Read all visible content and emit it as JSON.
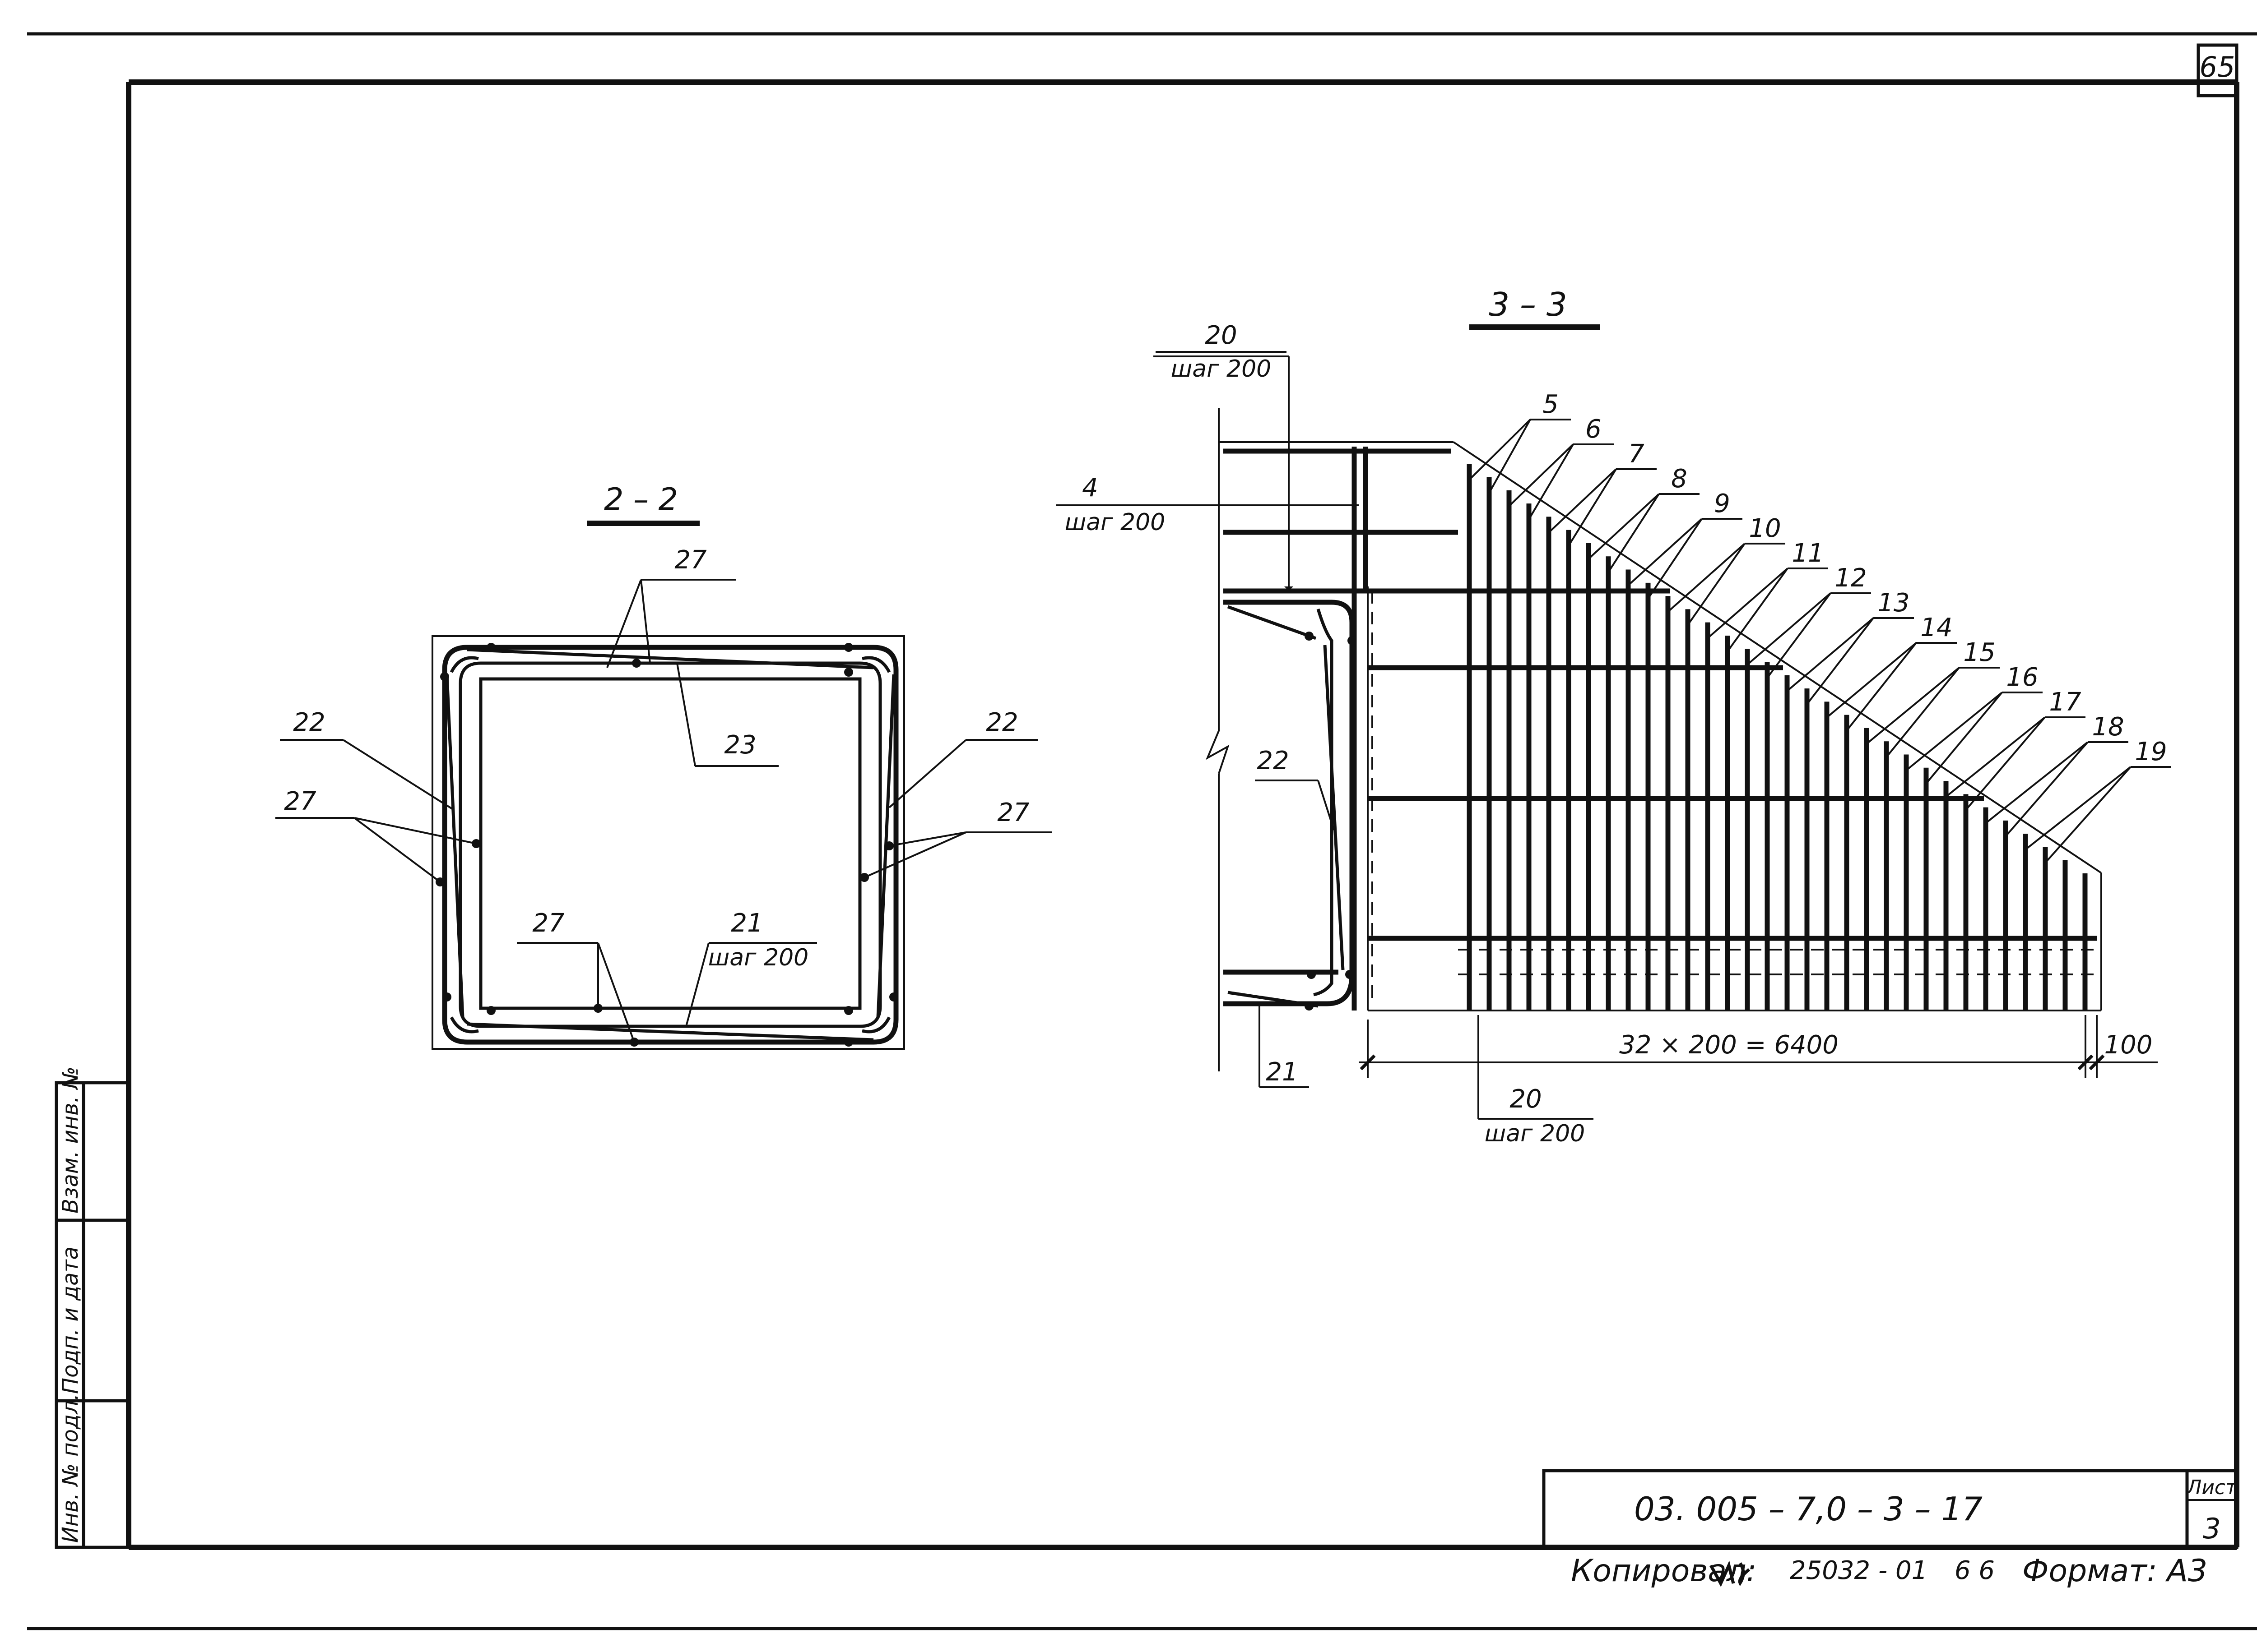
{
  "sheet_corner_number": "65",
  "section_2": {
    "title": "2 – 2",
    "labels": {
      "m27_top": "27",
      "m23": "23",
      "m22_left": "22",
      "m27_left": "27",
      "m22_right": "22",
      "m27_right": "27",
      "m27_bottom": "27",
      "m21": "21",
      "m21_step": "шаг 200"
    }
  },
  "section_3": {
    "title": "3 – 3",
    "labels": {
      "m20_top": "20",
      "m20_top_step": "шаг 200",
      "m4": "4",
      "m4_step": "шаг 200",
      "m22": "22",
      "m21": "21",
      "m20_bottom": "20",
      "m20_bottom_step": "шаг 200",
      "dim_main": "32 × 200 = 6400",
      "dim_end": "100"
    },
    "bar_marks": [
      "5",
      "6",
      "7",
      "8",
      "9",
      "10",
      "11",
      "12",
      "13",
      "14",
      "15",
      "16",
      "17",
      "18",
      "19"
    ]
  },
  "side_stamp": {
    "cells": [
      "Инв. № подл.",
      "Подп. и дата",
      "Взам. инв. №"
    ]
  },
  "title_block": {
    "code": "03. 005 – 7,0 – 3 – 17",
    "sheet_label": "Лист",
    "sheet_number": "3"
  },
  "footer": {
    "copied_by": "Копировал:",
    "copy_ref": "25032 - 01",
    "copy_sub": "6 6",
    "format": "Формат: А3"
  }
}
